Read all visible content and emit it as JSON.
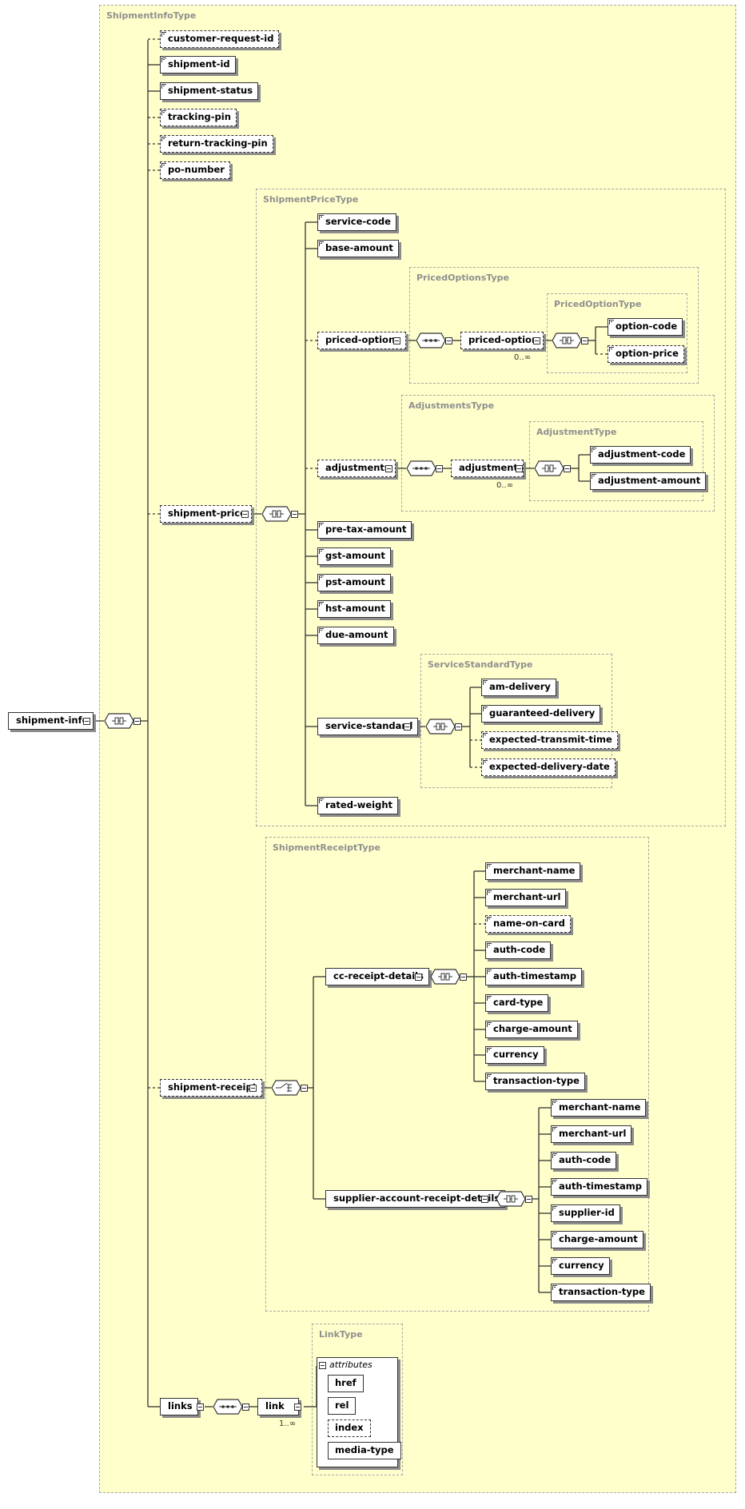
{
  "regions": {
    "shipment_info_type": "ShipmentInfoType",
    "shipment_price_type": "ShipmentPriceType",
    "priced_options_type": "PricedOptionsType",
    "priced_option_type": "PricedOptionType",
    "adjustments_type": "AdjustmentsType",
    "adjustment_type": "AdjustmentType",
    "service_standard_type": "ServiceStandardType",
    "shipment_receipt_type": "ShipmentReceiptType",
    "link_type": "LinkType"
  },
  "nodes": {
    "shipment_info": "shipment-info",
    "customer_request_id": "customer-request-id",
    "shipment_id": "shipment-id",
    "shipment_status": "shipment-status",
    "tracking_pin": "tracking-pin",
    "return_tracking_pin": "return-tracking-pin",
    "po_number": "po-number",
    "shipment_price": "shipment-price",
    "service_code": "service-code",
    "base_amount": "base-amount",
    "priced_options": "priced-options",
    "priced_option": "priced-option",
    "option_code": "option-code",
    "option_price": "option-price",
    "adjustments": "adjustments",
    "adjustment": "adjustment",
    "adjustment_code": "adjustment-code",
    "adjustment_amount": "adjustment-amount",
    "pre_tax_amount": "pre-tax-amount",
    "gst_amount": "gst-amount",
    "pst_amount": "pst-amount",
    "hst_amount": "hst-amount",
    "due_amount": "due-amount",
    "service_standard": "service-standard",
    "am_delivery": "am-delivery",
    "guaranteed_delivery": "guaranteed-delivery",
    "expected_transmit_time": "expected-transmit-time",
    "expected_delivery_date": "expected-delivery-date",
    "rated_weight": "rated-weight",
    "shipment_receipt": "shipment-receipt",
    "cc_receipt_details": "cc-receipt-details",
    "cc_merchant_name": "merchant-name",
    "cc_merchant_url": "merchant-url",
    "cc_name_on_card": "name-on-card",
    "cc_auth_code": "auth-code",
    "cc_auth_timestamp": "auth-timestamp",
    "cc_card_type": "card-type",
    "cc_charge_amount": "charge-amount",
    "cc_currency": "currency",
    "cc_transaction_type": "transaction-type",
    "supplier_account_receipt_details": "supplier-account-receipt-details",
    "sa_merchant_name": "merchant-name",
    "sa_merchant_url": "merchant-url",
    "sa_auth_code": "auth-code",
    "sa_auth_timestamp": "auth-timestamp",
    "sa_supplier_id": "supplier-id",
    "sa_charge_amount": "charge-amount",
    "sa_currency": "currency",
    "sa_transaction_type": "transaction-type",
    "links": "links",
    "link": "link"
  },
  "attributes": {
    "header": "attributes",
    "href": "href",
    "rel": "rel",
    "index": "index",
    "media_type": "media-type"
  },
  "cardinality": {
    "priced_option": "0..∞",
    "adjustment": "0..∞",
    "link": "1..∞"
  },
  "colors": {
    "background": "#ffffcc",
    "region_border": "#a6a6a6",
    "node_border": "#333333",
    "shadow": "#8c8c8c"
  }
}
